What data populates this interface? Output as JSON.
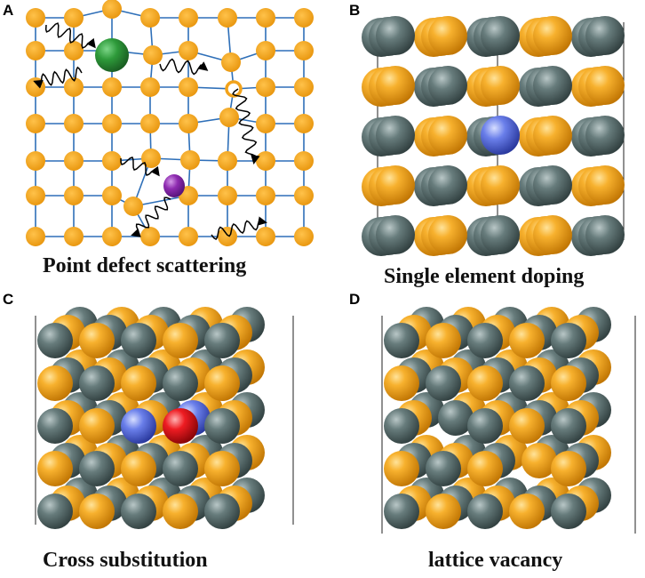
{
  "panels": [
    {
      "letter": "A",
      "caption": "Point defect scattering"
    },
    {
      "letter": "B",
      "caption": "Single element doping"
    },
    {
      "letter": "C",
      "caption": "Cross substitution"
    },
    {
      "letter": "D",
      "caption": "lattice vacancy"
    }
  ],
  "colors": {
    "host_atom": "#F2A31B",
    "host_atom_dark": "#C47A06",
    "second_atom": "#5F7474",
    "second_atom_dark": "#3A4A4A",
    "dopant_blue": "#5A6FE0",
    "dopant_red": "#E8141B",
    "impurity_green": "#2E9A3A",
    "impurity_purple": "#8E2BB0",
    "lattice_line": "#2E6FB8",
    "wave": "#000000"
  },
  "icons": {
    "defect_marker": "hollow-ring-icon",
    "phonon": "wavy-arrow-icon"
  }
}
